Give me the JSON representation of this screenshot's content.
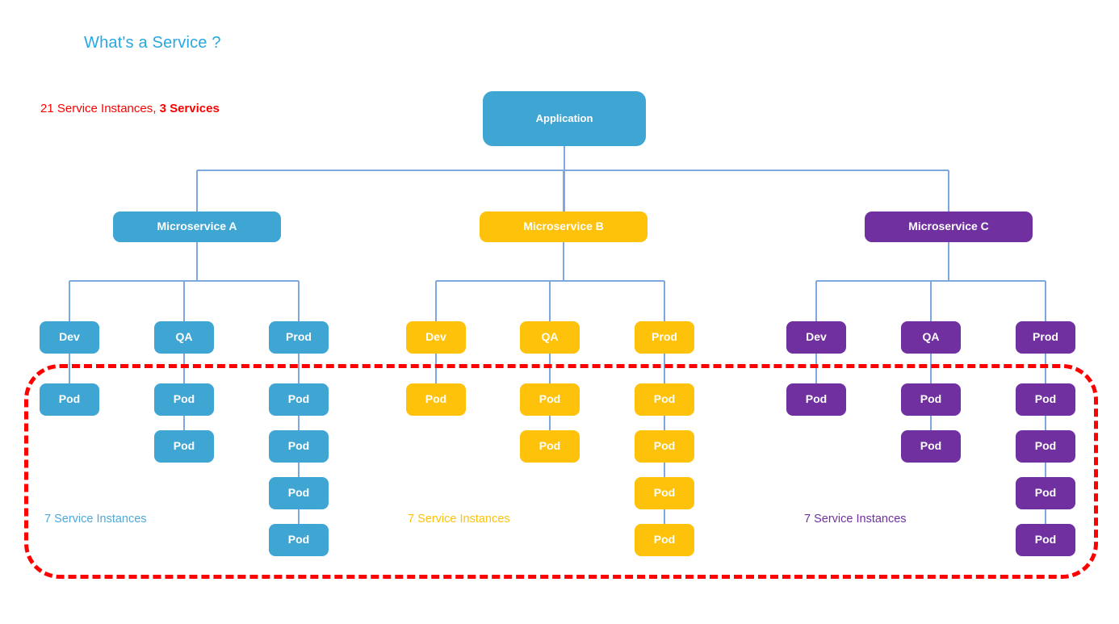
{
  "page": {
    "title": "What's a Service ?",
    "summary_prefix": "21 Service Instances, ",
    "summary_strong": "3 Services",
    "total_instances": 21,
    "total_services": 3
  },
  "colors": {
    "title": "#28A8E0",
    "summary": "#FF0000",
    "boundary": "#FF0000",
    "connector": "#7FA8DE",
    "blue": "#3FA6D4",
    "yellow": "#FFC20A",
    "purple": "#7030A0",
    "background": "#FFFFFF"
  },
  "root": {
    "label": "Application",
    "color": "blue"
  },
  "services": [
    {
      "label": "Microservice A",
      "color": "blue",
      "instances_label": "7 Service Instances",
      "instances_count": 7,
      "environments": [
        {
          "label": "Dev",
          "pods": [
            "Pod"
          ]
        },
        {
          "label": "QA",
          "pods": [
            "Pod",
            "Pod"
          ]
        },
        {
          "label": "Prod",
          "pods": [
            "Pod",
            "Pod",
            "Pod",
            "Pod"
          ]
        }
      ]
    },
    {
      "label": "Microservice B",
      "color": "yellow",
      "instances_label": "7 Service Instances",
      "instances_count": 7,
      "environments": [
        {
          "label": "Dev",
          "pods": [
            "Pod"
          ]
        },
        {
          "label": "QA",
          "pods": [
            "Pod",
            "Pod"
          ]
        },
        {
          "label": "Prod",
          "pods": [
            "Pod",
            "Pod",
            "Pod",
            "Pod"
          ]
        }
      ]
    },
    {
      "label": "Microservice C",
      "color": "purple",
      "instances_label": "7 Service Instances",
      "instances_count": 7,
      "environments": [
        {
          "label": "Dev",
          "pods": [
            "Pod"
          ]
        },
        {
          "label": "QA",
          "pods": [
            "Pod",
            "Pod"
          ]
        },
        {
          "label": "Prod",
          "pods": [
            "Pod",
            "Pod",
            "Pod",
            "Pod"
          ]
        }
      ]
    }
  ]
}
